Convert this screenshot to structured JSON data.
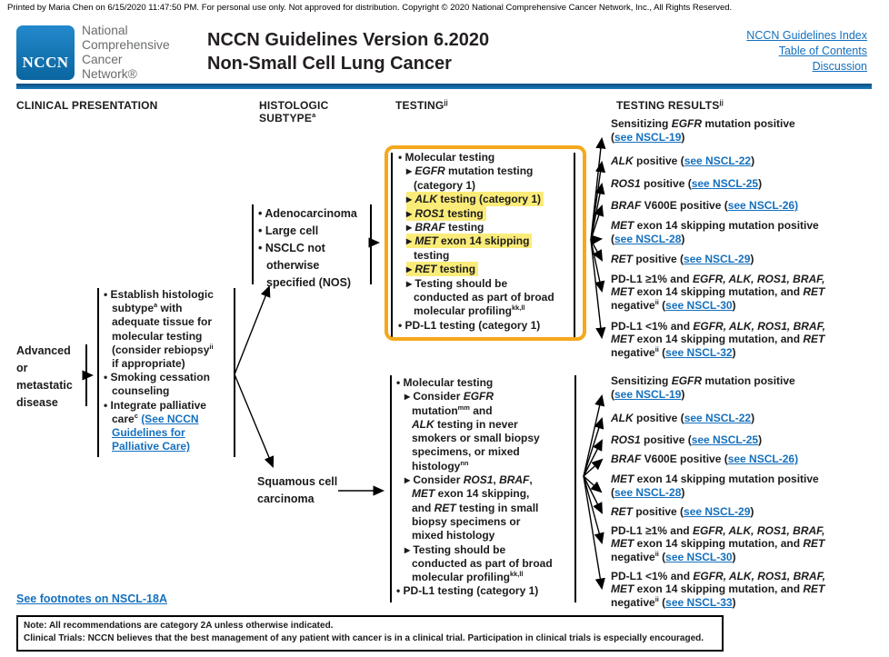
{
  "print_line": "Printed by Maria Chen on 6/15/2020 11:47:50 PM. For personal use only. Not approved for distribution. Copyright © 2020 National Comprehensive Cancer Network, Inc., All Rights Reserved.",
  "header": {
    "logo_text": "NCCN",
    "brand": [
      "National",
      "Comprehensive",
      "Cancer",
      "Network®"
    ],
    "title_line1": "NCCN Guidelines Version 6.2020",
    "title_line2": "Non-Small Cell Lung Cancer",
    "nav": [
      "NCCN Guidelines Index",
      "Table of Contents",
      "Discussion"
    ]
  },
  "colors": {
    "accent_orange": "#F5A81C",
    "highlight_yellow": "#FBEC79",
    "link_blue": "#1470BE",
    "nccn_blue": "#0E76BC"
  },
  "columns": {
    "clinical": {
      "lines": [
        {
          "segs": [
            "CLINICAL PRESENTATION"
          ]
        }
      ]
    },
    "histologic": {
      "lines": [
        {
          "segs": [
            "HISTOLOGIC"
          ]
        },
        {
          "segs": [
            "SUBTYPE",
            {
              "t": "a",
              "sup": true
            }
          ]
        }
      ]
    },
    "testing": {
      "lines": [
        {
          "segs": [
            "TESTING",
            {
              "t": "jj",
              "sup": true
            }
          ]
        }
      ]
    },
    "results": {
      "lines": [
        {
          "segs": [
            "TESTING RESULTS",
            {
              "t": "jj",
              "sup": true
            }
          ]
        }
      ]
    }
  },
  "nodes": {
    "advanced": {
      "lines": [
        {
          "segs": [
            "Advanced"
          ]
        },
        {
          "segs": [
            "or"
          ]
        },
        {
          "segs": [
            "metastatic"
          ]
        },
        {
          "segs": [
            "disease"
          ]
        }
      ]
    },
    "establish": {
      "lines": [
        {
          "b": "•",
          "segs": [
            "Establish histologic"
          ]
        },
        {
          "ind": 1,
          "segs": [
            "subtype",
            {
              "t": "a",
              "sup": true
            },
            " with"
          ]
        },
        {
          "ind": 1,
          "segs": [
            "adequate tissue for"
          ]
        },
        {
          "ind": 1,
          "segs": [
            "molecular testing"
          ]
        },
        {
          "ind": 1,
          "segs": [
            "(consider rebiopsy",
            {
              "t": "ii",
              "sup": true
            }
          ]
        },
        {
          "ind": 1,
          "segs": [
            "if appropriate)"
          ]
        },
        {
          "b": "•",
          "segs": [
            "Smoking cessation"
          ]
        },
        {
          "ind": 1,
          "segs": [
            "counseling"
          ]
        },
        {
          "b": "•",
          "segs": [
            "Integrate palliative"
          ]
        },
        {
          "ind": 1,
          "segs": [
            "care",
            {
              "t": "c",
              "sup": true
            },
            " ",
            {
              "t": "(See NCCN",
              "link": true
            }
          ]
        },
        {
          "ind": 1,
          "segs": [
            {
              "t": "Guidelines for",
              "link": true
            }
          ]
        },
        {
          "ind": 1,
          "segs": [
            {
              "t": "Palliative Care)",
              "link": true
            }
          ]
        }
      ]
    },
    "adeno": {
      "lines": [
        {
          "b": "•",
          "segs": [
            "Adenocarcinoma"
          ]
        },
        {
          "b": "•",
          "segs": [
            "Large cell"
          ]
        },
        {
          "b": "•",
          "segs": [
            "NSCLC not"
          ]
        },
        {
          "ind": 1,
          "segs": [
            "otherwise"
          ]
        },
        {
          "ind": 1,
          "segs": [
            "specified (NOS)"
          ]
        }
      ]
    },
    "squamous": {
      "lines": [
        {
          "segs": [
            "Squamous cell"
          ]
        },
        {
          "segs": [
            "carcinoma"
          ]
        }
      ]
    },
    "testing_adeno": {
      "lines": [
        {
          "b": "•",
          "segs": [
            "Molecular testing"
          ]
        },
        {
          "b": "▸",
          "ind": 1,
          "segs": [
            {
              "t": "EGFR",
              "i": true
            },
            " mutation testing"
          ]
        },
        {
          "ind": 2,
          "segs": [
            "(category 1)"
          ]
        },
        {
          "b": "▸",
          "ind": 1,
          "hl": true,
          "segs": [
            {
              "t": "ALK",
              "i": true
            },
            " testing (category 1)"
          ]
        },
        {
          "b": "▸",
          "ind": 1,
          "hl": true,
          "segs": [
            {
              "t": "ROS1",
              "i": true
            },
            " testing"
          ]
        },
        {
          "b": "▸",
          "ind": 1,
          "segs": [
            {
              "t": "BRAF",
              "i": true
            },
            " testing"
          ]
        },
        {
          "b": "▸",
          "ind": 1,
          "hl": true,
          "segs": [
            {
              "t": "MET",
              "i": true
            },
            " exon 14 skipping"
          ]
        },
        {
          "ind": 2,
          "segs": [
            "testing"
          ]
        },
        {
          "b": "▸",
          "ind": 1,
          "hl": true,
          "segs": [
            {
              "t": "RET",
              "i": true
            },
            " testing"
          ]
        },
        {
          "b": "▸",
          "ind": 1,
          "segs": [
            "Testing should be"
          ]
        },
        {
          "ind": 2,
          "segs": [
            "conducted as part of broad"
          ]
        },
        {
          "ind": 2,
          "segs": [
            "molecular profiling",
            {
              "t": "kk,ll",
              "sup": true
            }
          ]
        },
        {
          "b": "•",
          "segs": [
            "PD-L1 testing (category 1)"
          ]
        }
      ]
    },
    "testing_squamous": {
      "lines": [
        {
          "b": "•",
          "segs": [
            "Molecular testing"
          ]
        },
        {
          "b": "▸",
          "ind": 1,
          "segs": [
            "Consider ",
            {
              "t": "EGFR",
              "i": true
            }
          ]
        },
        {
          "ind": 2,
          "segs": [
            "mutation",
            {
              "t": "mm",
              "sup": true
            },
            " and"
          ]
        },
        {
          "ind": 2,
          "segs": [
            {
              "t": "ALK",
              "i": true
            },
            " testing in never"
          ]
        },
        {
          "ind": 2,
          "segs": [
            "smokers or small biopsy"
          ]
        },
        {
          "ind": 2,
          "segs": [
            "specimens, or mixed"
          ]
        },
        {
          "ind": 2,
          "segs": [
            "histology",
            {
              "t": "nn",
              "sup": true
            }
          ]
        },
        {
          "b": "▸",
          "ind": 1,
          "segs": [
            "Consider ",
            {
              "t": "ROS1",
              "i": true
            },
            ", ",
            {
              "t": "BRAF",
              "i": true
            },
            ","
          ]
        },
        {
          "ind": 2,
          "segs": [
            {
              "t": "MET",
              "i": true
            },
            " exon 14 skipping,"
          ]
        },
        {
          "ind": 2,
          "segs": [
            "and ",
            {
              "t": "RET",
              "i": true
            },
            " testing in small"
          ]
        },
        {
          "ind": 2,
          "segs": [
            "biopsy specimens or"
          ]
        },
        {
          "ind": 2,
          "segs": [
            "mixed histology"
          ]
        },
        {
          "b": "▸",
          "ind": 1,
          "segs": [
            "Testing should be"
          ]
        },
        {
          "ind": 2,
          "segs": [
            "conducted as part of broad"
          ]
        },
        {
          "ind": 2,
          "segs": [
            "molecular profiling",
            {
              "t": "kk,ll",
              "sup": true
            }
          ]
        },
        {
          "b": "•",
          "segs": [
            "PD-L1 testing (category 1)"
          ]
        }
      ]
    }
  },
  "results_top": [
    {
      "lines": [
        {
          "segs": [
            "Sensitizing ",
            {
              "t": "EGFR",
              "i": true
            },
            " mutation positive"
          ]
        },
        {
          "segs": [
            "(",
            {
              "t": "see NSCL-19",
              "link": true
            },
            ")"
          ]
        }
      ]
    },
    {
      "lines": [
        {
          "segs": [
            {
              "t": "ALK",
              "i": true
            },
            " positive (",
            {
              "t": "see NSCL-22",
              "link": true
            },
            ")"
          ]
        }
      ]
    },
    {
      "lines": [
        {
          "segs": [
            {
              "t": "ROS1",
              "i": true
            },
            " positive (",
            {
              "t": "see NSCL-25",
              "link": true
            },
            ")"
          ]
        }
      ]
    },
    {
      "lines": [
        {
          "segs": [
            {
              "t": "BRAF",
              "i": true
            },
            " V600E positive (",
            {
              "t": "see NSCL-26)",
              "link": true
            }
          ]
        }
      ]
    },
    {
      "lines": [
        {
          "segs": [
            {
              "t": "MET",
              "i": true
            },
            " exon 14 skipping mutation positive"
          ]
        },
        {
          "segs": [
            "(",
            {
              "t": "see NSCL-28",
              "link": true
            },
            ")"
          ]
        }
      ]
    },
    {
      "lines": [
        {
          "segs": [
            {
              "t": "RET",
              "i": true
            },
            " positive (",
            {
              "t": "see NSCL-29",
              "link": true
            },
            ")"
          ]
        }
      ]
    },
    {
      "lines": [
        {
          "segs": [
            "PD-L1 ≥1% and ",
            {
              "t": "EGFR, ALK, ROS1, BRAF,",
              "i": true
            }
          ]
        },
        {
          "segs": [
            {
              "t": "MET",
              "i": true
            },
            " exon 14 skipping mutation, and ",
            {
              "t": "RET",
              "i": true
            }
          ]
        },
        {
          "segs": [
            "negative",
            {
              "t": "ii",
              "sup": true
            },
            " (",
            {
              "t": "see NSCL-30",
              "link": true
            },
            ")"
          ]
        }
      ]
    },
    {
      "lines": [
        {
          "segs": [
            "PD-L1 <1% and ",
            {
              "t": "EGFR, ALK, ROS1, BRAF,",
              "i": true
            }
          ]
        },
        {
          "segs": [
            {
              "t": "MET",
              "i": true
            },
            " exon 14 skipping mutation, and ",
            {
              "t": "RET",
              "i": true
            }
          ]
        },
        {
          "segs": [
            "negative",
            {
              "t": "ii",
              "sup": true
            },
            " (",
            {
              "t": "see NSCL-32",
              "link": true
            },
            ")"
          ]
        }
      ]
    }
  ],
  "results_bottom": [
    {
      "lines": [
        {
          "segs": [
            "Sensitizing ",
            {
              "t": "EGFR",
              "i": true
            },
            " mutation positive"
          ]
        },
        {
          "segs": [
            "(",
            {
              "t": "see NSCL-19",
              "link": true
            },
            ")"
          ]
        }
      ]
    },
    {
      "lines": [
        {
          "segs": [
            {
              "t": "ALK",
              "i": true
            },
            " positive (",
            {
              "t": "see NSCL-22",
              "link": true
            },
            ")"
          ]
        }
      ]
    },
    {
      "lines": [
        {
          "segs": [
            {
              "t": "ROS1",
              "i": true
            },
            " positive (",
            {
              "t": "see NSCL-25",
              "link": true
            },
            ")"
          ]
        }
      ]
    },
    {
      "lines": [
        {
          "segs": [
            {
              "t": "BRAF",
              "i": true
            },
            " V600E positive (",
            {
              "t": "see NSCL-26)",
              "link": true
            }
          ]
        }
      ]
    },
    {
      "lines": [
        {
          "segs": [
            {
              "t": "MET",
              "i": true
            },
            " exon 14 skipping mutation positive"
          ]
        },
        {
          "segs": [
            "(",
            {
              "t": "see NSCL-28",
              "link": true
            },
            ")"
          ]
        }
      ]
    },
    {
      "lines": [
        {
          "segs": [
            {
              "t": "RET",
              "i": true
            },
            " positive (",
            {
              "t": "see NSCL-29",
              "link": true
            },
            ")"
          ]
        }
      ]
    },
    {
      "lines": [
        {
          "segs": [
            "PD-L1 ≥1% and ",
            {
              "t": "EGFR, ALK, ROS1, BRAF,",
              "i": true
            }
          ]
        },
        {
          "segs": [
            {
              "t": "MET",
              "i": true
            },
            " exon 14 skipping mutation, and ",
            {
              "t": "RET",
              "i": true
            }
          ]
        },
        {
          "segs": [
            "negative",
            {
              "t": "ii",
              "sup": true
            },
            " (",
            {
              "t": "see NSCL-30",
              "link": true
            },
            ")"
          ]
        }
      ]
    },
    {
      "lines": [
        {
          "segs": [
            "PD-L1 <1% and ",
            {
              "t": "EGFR, ALK, ROS1, BRAF,",
              "i": true
            }
          ]
        },
        {
          "segs": [
            {
              "t": "MET",
              "i": true
            },
            " exon 14 skipping mutation, and ",
            {
              "t": "RET",
              "i": true
            }
          ]
        },
        {
          "segs": [
            "negative",
            {
              "t": "ii",
              "sup": true
            },
            " (",
            {
              "t": "see NSCL-33",
              "link": true
            },
            ")"
          ]
        }
      ]
    }
  ],
  "footnote_link": "See footnotes on NSCL-18A",
  "note_box": {
    "lines": [
      {
        "segs": [
          "Note: All recommendations are category 2A unless otherwise indicated."
        ]
      },
      {
        "segs": [
          "Clinical Trials: NCCN believes that the best management of any patient with cancer is in a clinical trial. Participation in clinical trials is especially encouraged."
        ]
      }
    ]
  }
}
